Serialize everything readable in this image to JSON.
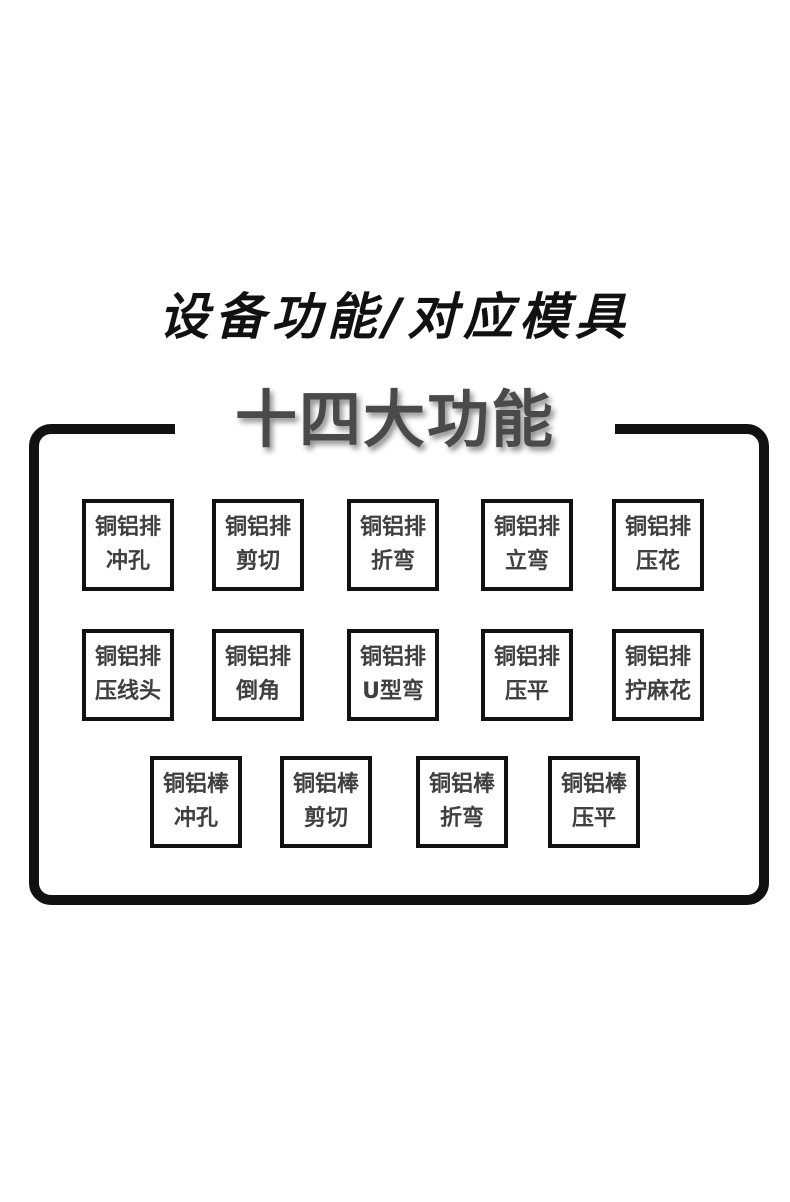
{
  "heading": "设备功能/对应模具",
  "frame_title": "十四大功能",
  "functions": [
    {
      "line1": "铜铝排",
      "line2": "冲孔"
    },
    {
      "line1": "铜铝排",
      "line2": "剪切"
    },
    {
      "line1": "铜铝排",
      "line2": "折弯"
    },
    {
      "line1": "铜铝排",
      "line2": "立弯"
    },
    {
      "line1": "铜铝排",
      "line2": "压花"
    },
    {
      "line1": "铜铝排",
      "line2": "压线头"
    },
    {
      "line1": "铜铝排",
      "line2": "倒角"
    },
    {
      "line1": "铜铝排",
      "line2": "U型弯"
    },
    {
      "line1": "铜铝排",
      "line2": "压平"
    },
    {
      "line1": "铜铝排",
      "line2": "拧麻花"
    },
    {
      "line1": "铜铝棒",
      "line2": "冲孔"
    },
    {
      "line1": "铜铝棒",
      "line2": "剪切"
    },
    {
      "line1": "铜铝棒",
      "line2": "折弯"
    },
    {
      "line1": "铜铝棒",
      "line2": "压平"
    }
  ]
}
